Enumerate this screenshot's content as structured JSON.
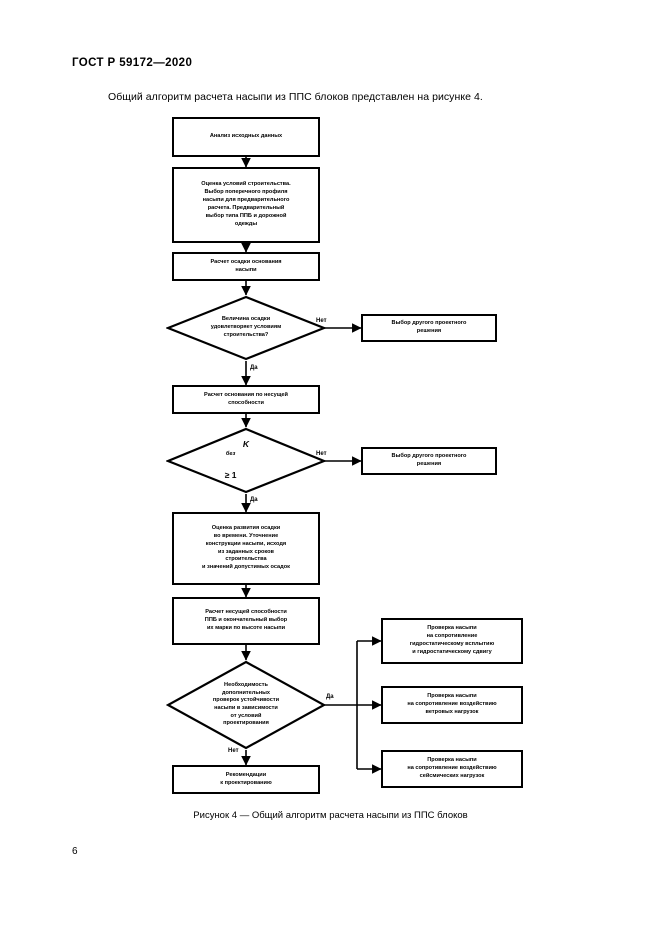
{
  "document": {
    "header": "ГОСТ Р 59172—2020",
    "intro": "Общий алгоритм расчета насыпи из ППС блоков представлен на рисунке 4.",
    "caption": "Рисунок 4 — Общий алгоритм расчета насыпи из ППС блоков",
    "page_number": "6"
  },
  "flowchart": {
    "nodes": {
      "analysis": {
        "lines": [
          "Анализ исходных данных"
        ]
      },
      "conditions": {
        "lines": [
          "Оценка условий строительства.",
          "Выбор поперечного профиля",
          "насыпи для предварительного",
          "расчета. Предварительный",
          "выбор типа ППБ и дорожной",
          "одежды"
        ]
      },
      "settlement_calc": {
        "lines": [
          "Расчет осадки основания",
          "насыпи"
        ]
      },
      "settlement_decision": {
        "lines": [
          "Величина осадки",
          "удовлетворяет условиям",
          "строительства?"
        ]
      },
      "alt_solution_1": {
        "lines": [
          "Выбор другого проектного",
          "решения"
        ]
      },
      "bearing_calc": {
        "lines": [
          "Расчет основания по несущей",
          "способности"
        ]
      },
      "safety_decision": {
        "symbol": "K",
        "subscript": "без",
        "operator": "≥ 1"
      },
      "alt_solution_2": {
        "lines": [
          "Выбор другого проектного",
          "решения"
        ]
      },
      "time_development": {
        "lines": [
          "Оценка развития осадки",
          "во времени. Уточнение",
          "конструкции насыпи, исходя",
          "из заданных сроков",
          "строительства",
          "и значений допустимых осадок"
        ]
      },
      "ppb_calc": {
        "lines": [
          "Расчет несущей способности",
          "ППБ и окончательный выбор",
          "их марки по высоте насыпи"
        ]
      },
      "stability_decision": {
        "lines": [
          "Необходимость",
          "дополнительных",
          "проверок устойчивости",
          "насыпи в зависимости",
          "от условий",
          "проектирования"
        ]
      },
      "check_hydrostatic": {
        "lines": [
          "Проверка насыпи",
          "на сопротивление",
          "гидростатическому всплытию",
          "и гидростатическому сдвигу"
        ]
      },
      "check_wind": {
        "lines": [
          "Проверка насыпи",
          "на сопротивление воздействию",
          "ветровых нагрузок"
        ]
      },
      "check_seismic": {
        "lines": [
          "Проверка насыпи",
          "на сопротивление воздействию",
          "сейсмических нагрузок"
        ]
      },
      "recommendations": {
        "lines": [
          "Рекомендации",
          "к проектированию"
        ]
      }
    },
    "branches": {
      "settlement_no": "Нет",
      "settlement_yes": "Да",
      "safety_no": "Нет",
      "safety_yes": "Да",
      "stability_yes": "Да",
      "stability_no": "Нет"
    }
  }
}
